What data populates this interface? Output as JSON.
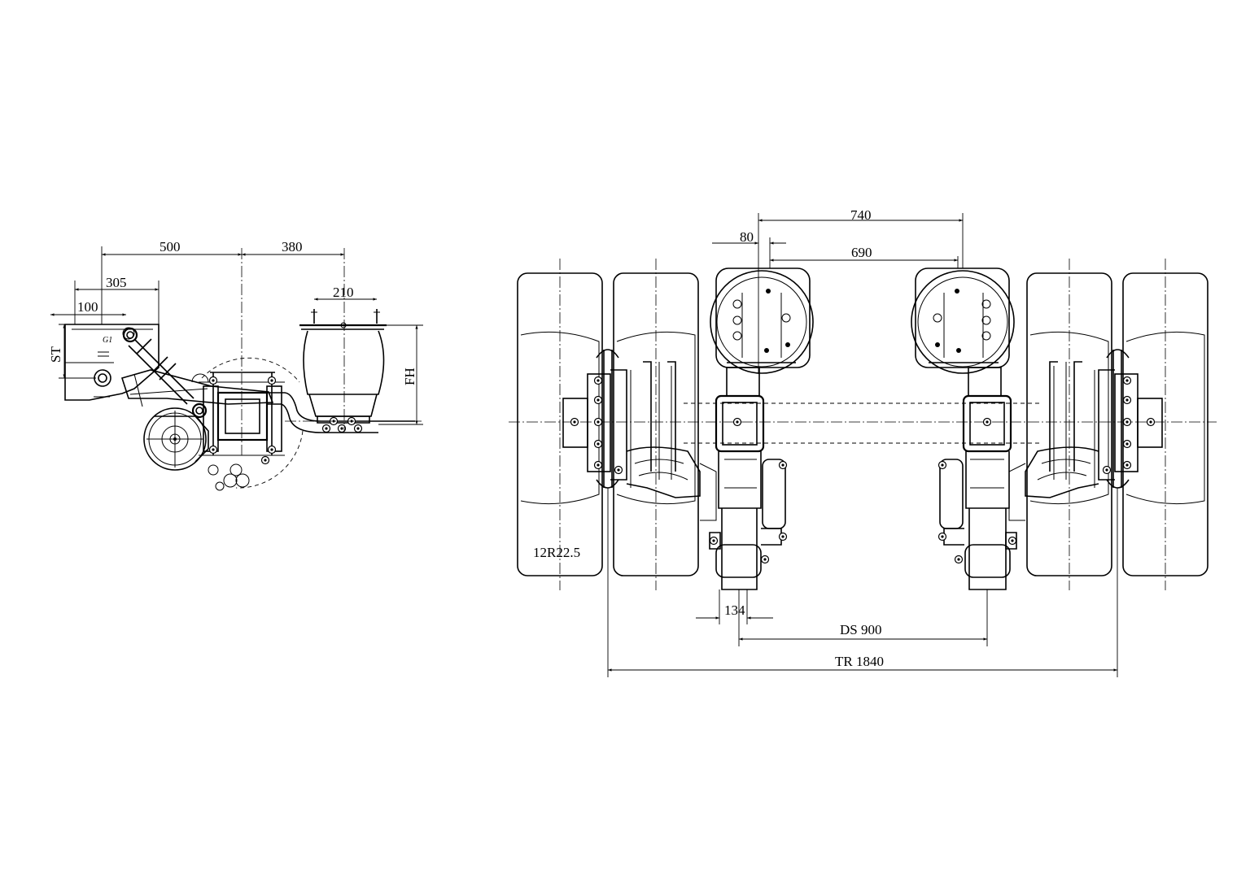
{
  "side_view": {
    "dim_500": "500",
    "dim_380": "380",
    "dim_305": "305",
    "dim_210": "210",
    "dim_100": "100",
    "dim_st": "ST",
    "dim_fh": "FH"
  },
  "rear_view": {
    "dim_740": "740",
    "dim_80": "80",
    "dim_690": "690",
    "dim_134": "134",
    "dim_ds": "DS 900",
    "dim_tr": "TR 1840",
    "tire_label": "12R22.5"
  }
}
